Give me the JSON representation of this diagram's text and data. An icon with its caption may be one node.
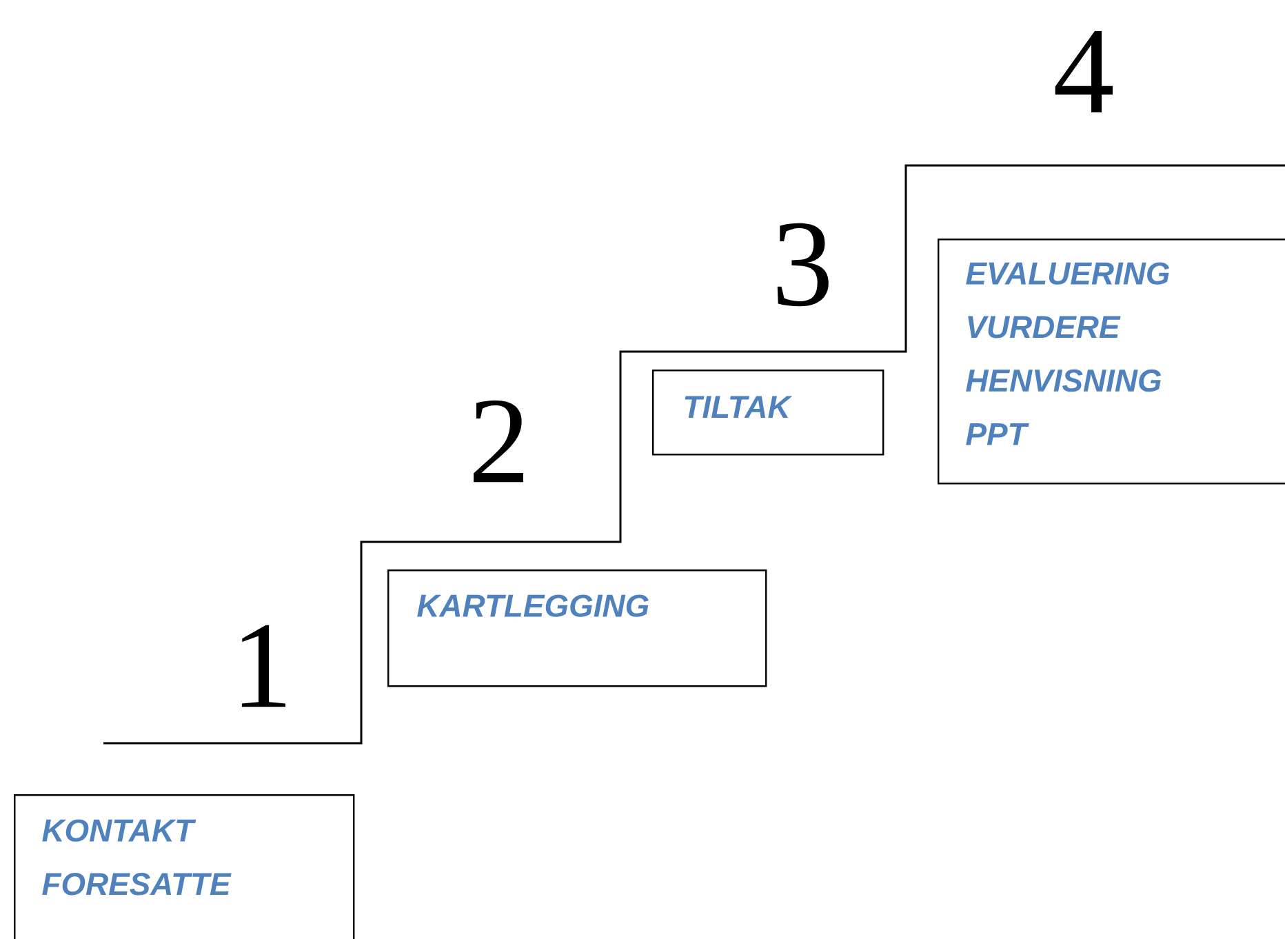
{
  "diagram": {
    "nodes": [
      {
        "text": [
          "KONTAKT FORESATTE"
        ]
      },
      {
        "text": [
          "KARTLEGGING"
        ]
      },
      {
        "text": [
          "TILTAK"
        ]
      },
      {
        "text": [
          "EVALUERING",
          "VURDERE",
          "HENVISNING",
          "PPT"
        ]
      }
    ],
    "edges": [],
    "labels": [
      "4",
      "3",
      "2",
      "1"
    ]
  }
}
